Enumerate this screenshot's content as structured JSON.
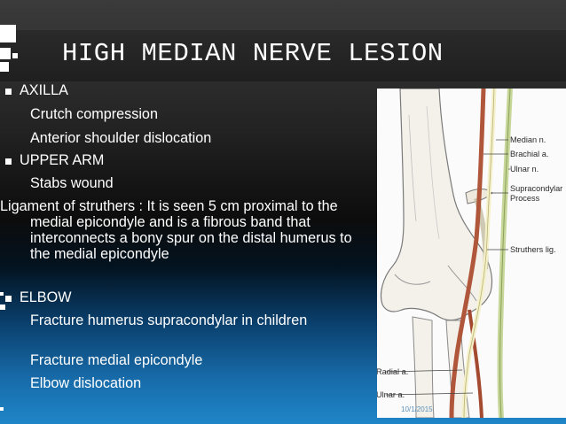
{
  "slide": {
    "title": "HIGH MEDIAN NERVE LESION",
    "date": "10/1/2015"
  },
  "sections": [
    {
      "heading": "AXILLA",
      "items": [
        "Crutch compression",
        "Anterior shoulder dislocation"
      ]
    },
    {
      "heading": "UPPER ARM",
      "items": [
        "Stabs wound"
      ]
    },
    {
      "paragraph": "Ligament of struthers : It is seen 5 cm proximal to the medial epicondyle and is a fibrous band that interconnects a bony spur on the distal humerus to the medial epicondyle"
    },
    {
      "heading": "ELBOW",
      "items": [
        "Fracture humerus  supracondylar in children",
        "Fracture medial epicondyle",
        "Elbow dislocation"
      ]
    }
  ],
  "figure": {
    "labels": {
      "median": "Median n.",
      "brachial": "Brachial a.",
      "ulnar_n": "Ulnar n.",
      "supracondylar_1": "Supracondylar",
      "supracondylar_2": "Process",
      "struthers": "Struthers lig.",
      "radial": "Radial a.",
      "ulnar_a": "Ulnar a."
    }
  },
  "colors": {
    "bullet": "#ffffff",
    "title": "#ffffff",
    "nerve_median": "#f4f1c8",
    "nerve_ulnar": "#c7d79a",
    "artery": "#b0563a"
  }
}
